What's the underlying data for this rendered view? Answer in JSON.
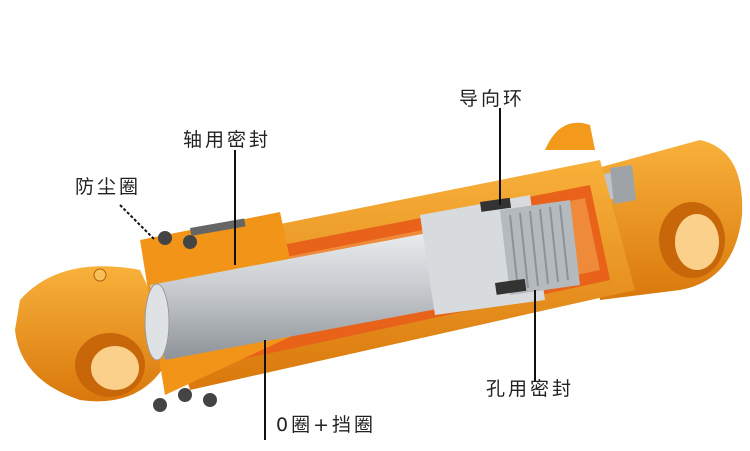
{
  "labels": {
    "guide_ring": "导向环",
    "rod_seal": "轴用密封",
    "dust_seal": "防尘圈",
    "piston_seal": "孔用密封",
    "o_ring_backup": "0圈+挡圈"
  },
  "colors": {
    "body": "#f39a1c",
    "body_dark": "#d9780c",
    "cutaway": "#e8621a",
    "rod": "#c9ccd0",
    "line": "#111111"
  }
}
